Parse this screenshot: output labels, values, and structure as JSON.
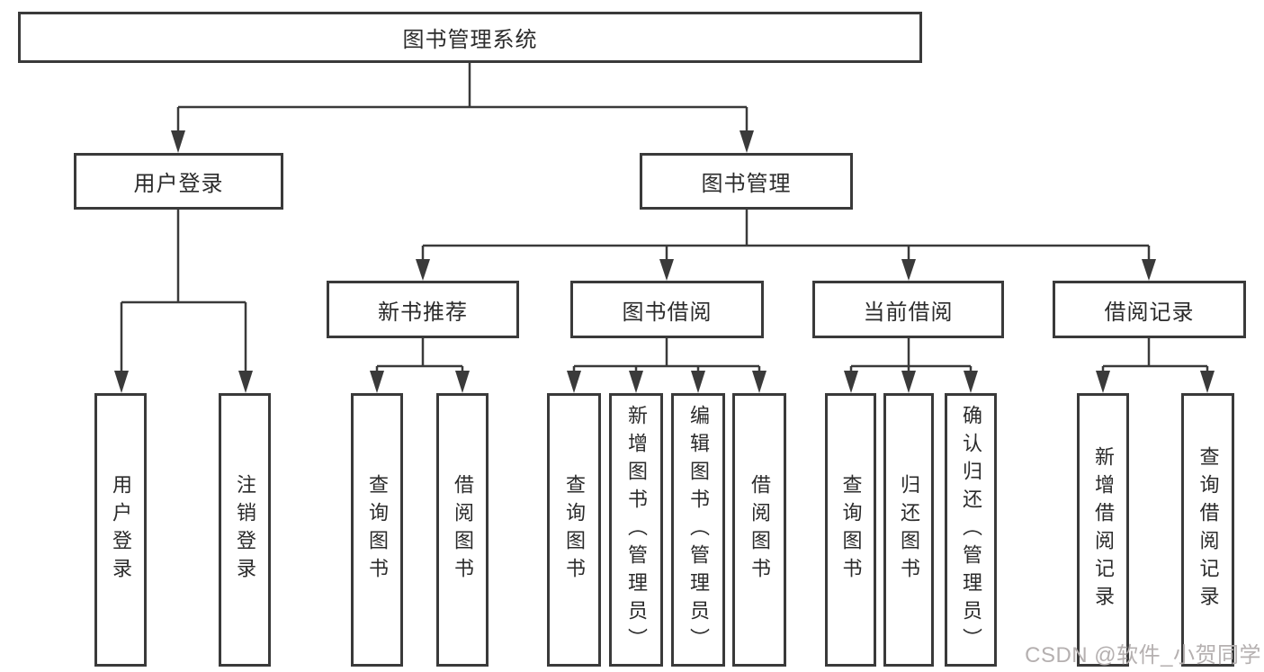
{
  "diagram": {
    "type": "hierarchy-tree",
    "title": "图书管理系统"
  },
  "colors": {
    "background": "#ffffff",
    "line": "#3a3a3a",
    "box_border": "#3a3a3a",
    "text": "#2b2b2b",
    "watermark": "#b5b0b0"
  },
  "tree": {
    "root": {
      "label": "图书管理系统"
    },
    "level1": {
      "user_login": {
        "label": "用户登录"
      },
      "book_management": {
        "label": "图书管理"
      }
    },
    "level2": {
      "new_book_recommend": {
        "label": "新书推荐"
      },
      "book_borrow": {
        "label": "图书借阅"
      },
      "current_borrow": {
        "label": "当前借阅"
      },
      "borrow_records": {
        "label": "借阅记录"
      }
    },
    "leaves": {
      "user_login": [
        "用户登录",
        "注销登录"
      ],
      "new_book_recommend": [
        "查询图书",
        "借阅图书"
      ],
      "book_borrow": [
        "查询图书",
        "新增图书（管理员）",
        "编辑图书（管理员）",
        "借阅图书"
      ],
      "current_borrow": [
        "查询图书",
        "归还图书",
        "确认归还（管理员）"
      ],
      "borrow_records": [
        "新增借阅记录",
        "查询借阅记录"
      ]
    }
  },
  "watermark": {
    "text": "CSDN @软件_小贺同学"
  }
}
